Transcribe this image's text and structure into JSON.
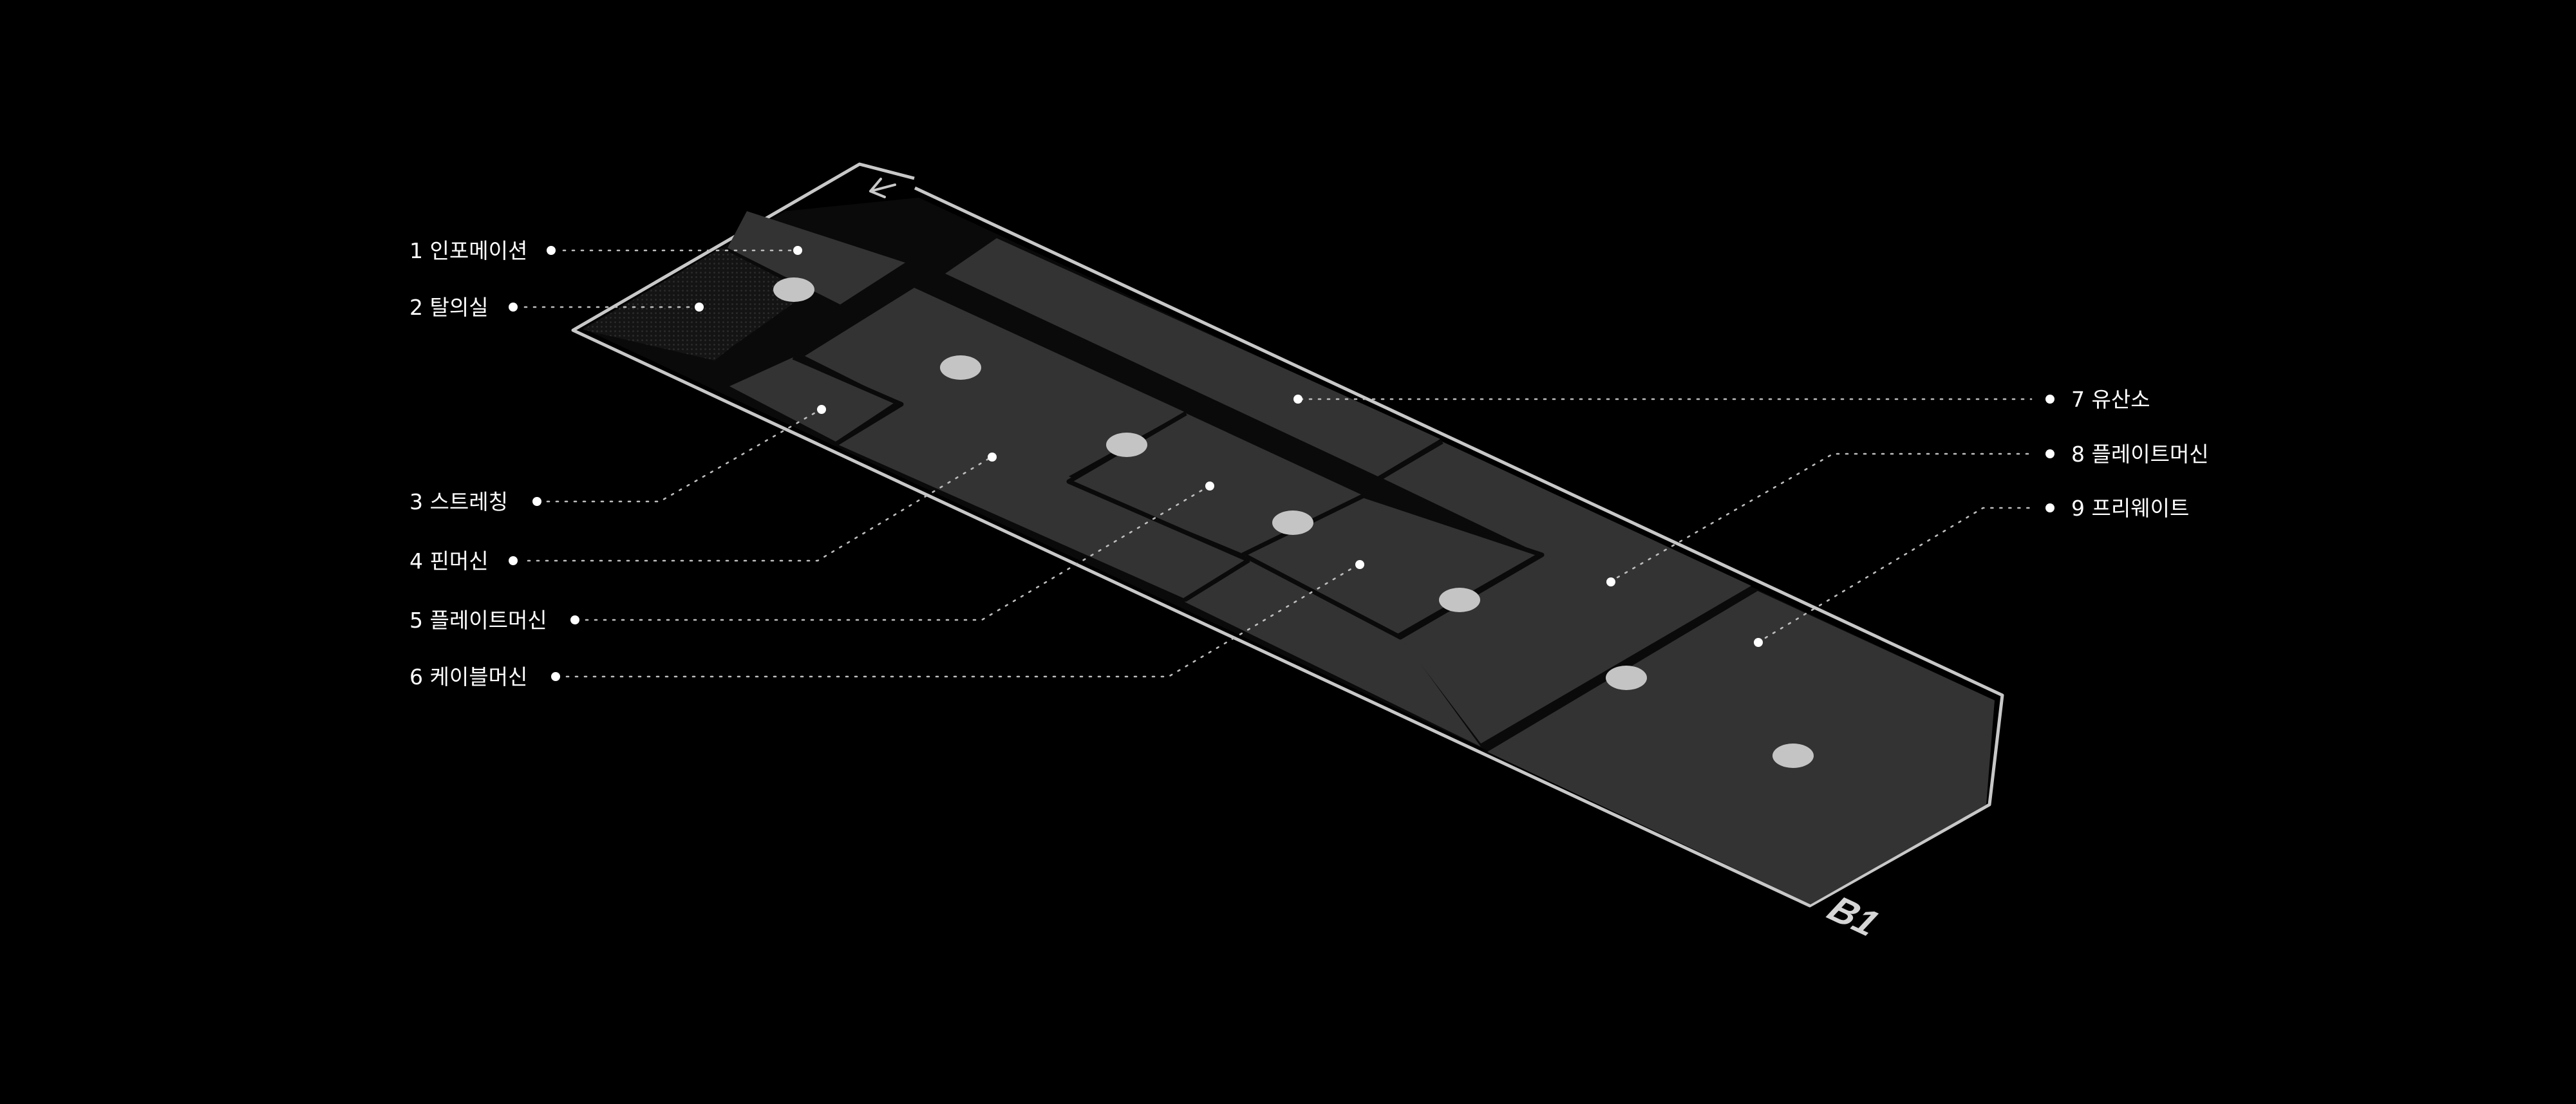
{
  "floor": "B1",
  "labels": [
    {
      "num": "1",
      "name": "인포메이션"
    },
    {
      "num": "2",
      "name": "탈의실"
    },
    {
      "num": "3",
      "name": "스트레칭"
    },
    {
      "num": "4",
      "name": "핀머신"
    },
    {
      "num": "5",
      "name": "플레이트머신"
    },
    {
      "num": "6",
      "name": "케이블머신"
    },
    {
      "num": "7",
      "name": "유산소"
    },
    {
      "num": "8",
      "name": "플레이트머신"
    },
    {
      "num": "9",
      "name": "프리웨이트"
    }
  ],
  "colors": {
    "background": "#000000",
    "floor_fill": "#333333",
    "outline": "#c8c8c8",
    "text": "#ffffff",
    "marker": "#c4c4c4"
  },
  "icons": [
    "entrance-arrow-icon"
  ]
}
